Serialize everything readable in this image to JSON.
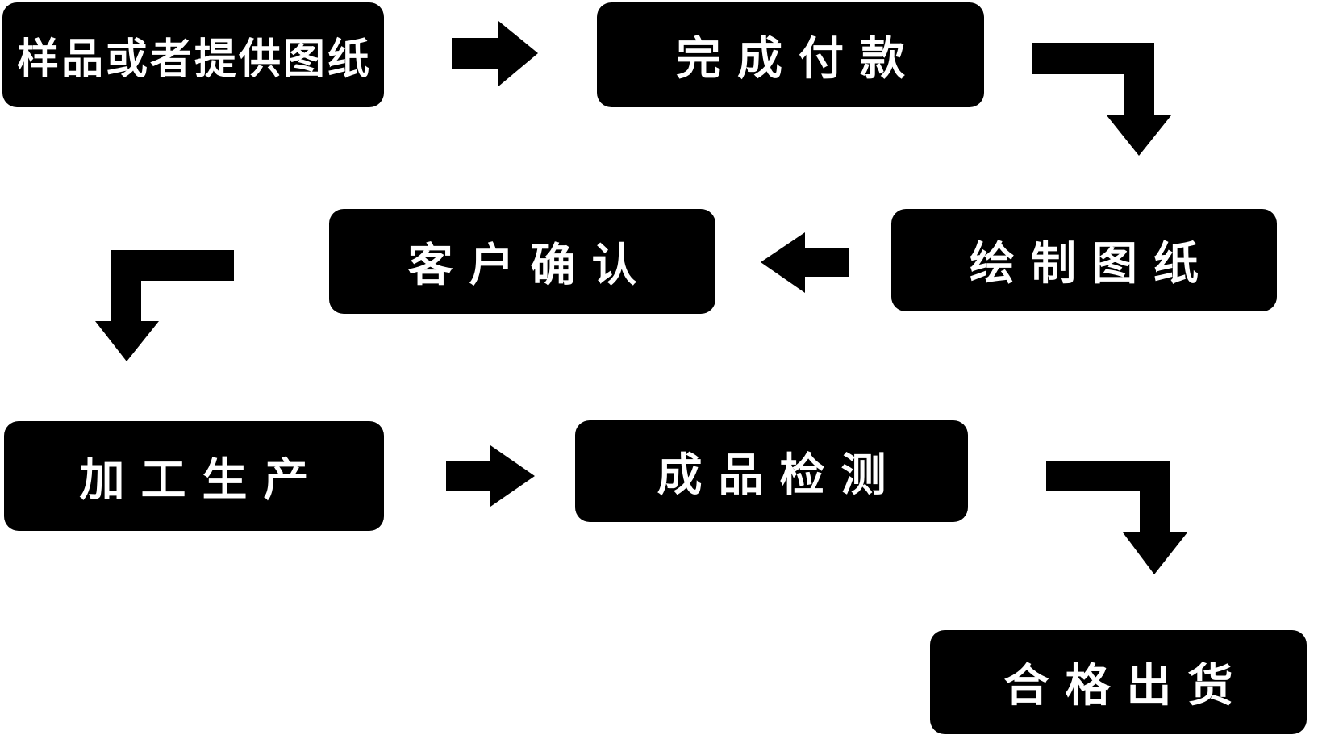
{
  "diagram": {
    "type": "flowchart",
    "background_color": "#ffffff",
    "node_fill_color": "#000000",
    "node_text_color": "#ffffff",
    "arrow_color": "#000000",
    "nodes": [
      {
        "label": "样品或者提供图纸"
      },
      {
        "label": "完成付款"
      },
      {
        "label": "绘制图纸"
      },
      {
        "label": "客户确认"
      },
      {
        "label": "加工生产"
      },
      {
        "label": "成品检测"
      },
      {
        "label": "合格出货"
      }
    ],
    "arrows": [
      {
        "icon": "arrow-right-icon",
        "from": "样品或者提供图纸",
        "to": "完成付款"
      },
      {
        "icon": "arrow-elbow-right-down-icon",
        "from": "完成付款",
        "to": "绘制图纸"
      },
      {
        "icon": "arrow-left-icon",
        "from": "绘制图纸",
        "to": "客户确认"
      },
      {
        "icon": "arrow-elbow-left-down-icon",
        "from": "客户确认",
        "to": "加工生产"
      },
      {
        "icon": "arrow-right-icon",
        "from": "加工生产",
        "to": "成品检测"
      },
      {
        "icon": "arrow-elbow-right-down-icon",
        "from": "成品检测",
        "to": "合格出货"
      }
    ]
  }
}
